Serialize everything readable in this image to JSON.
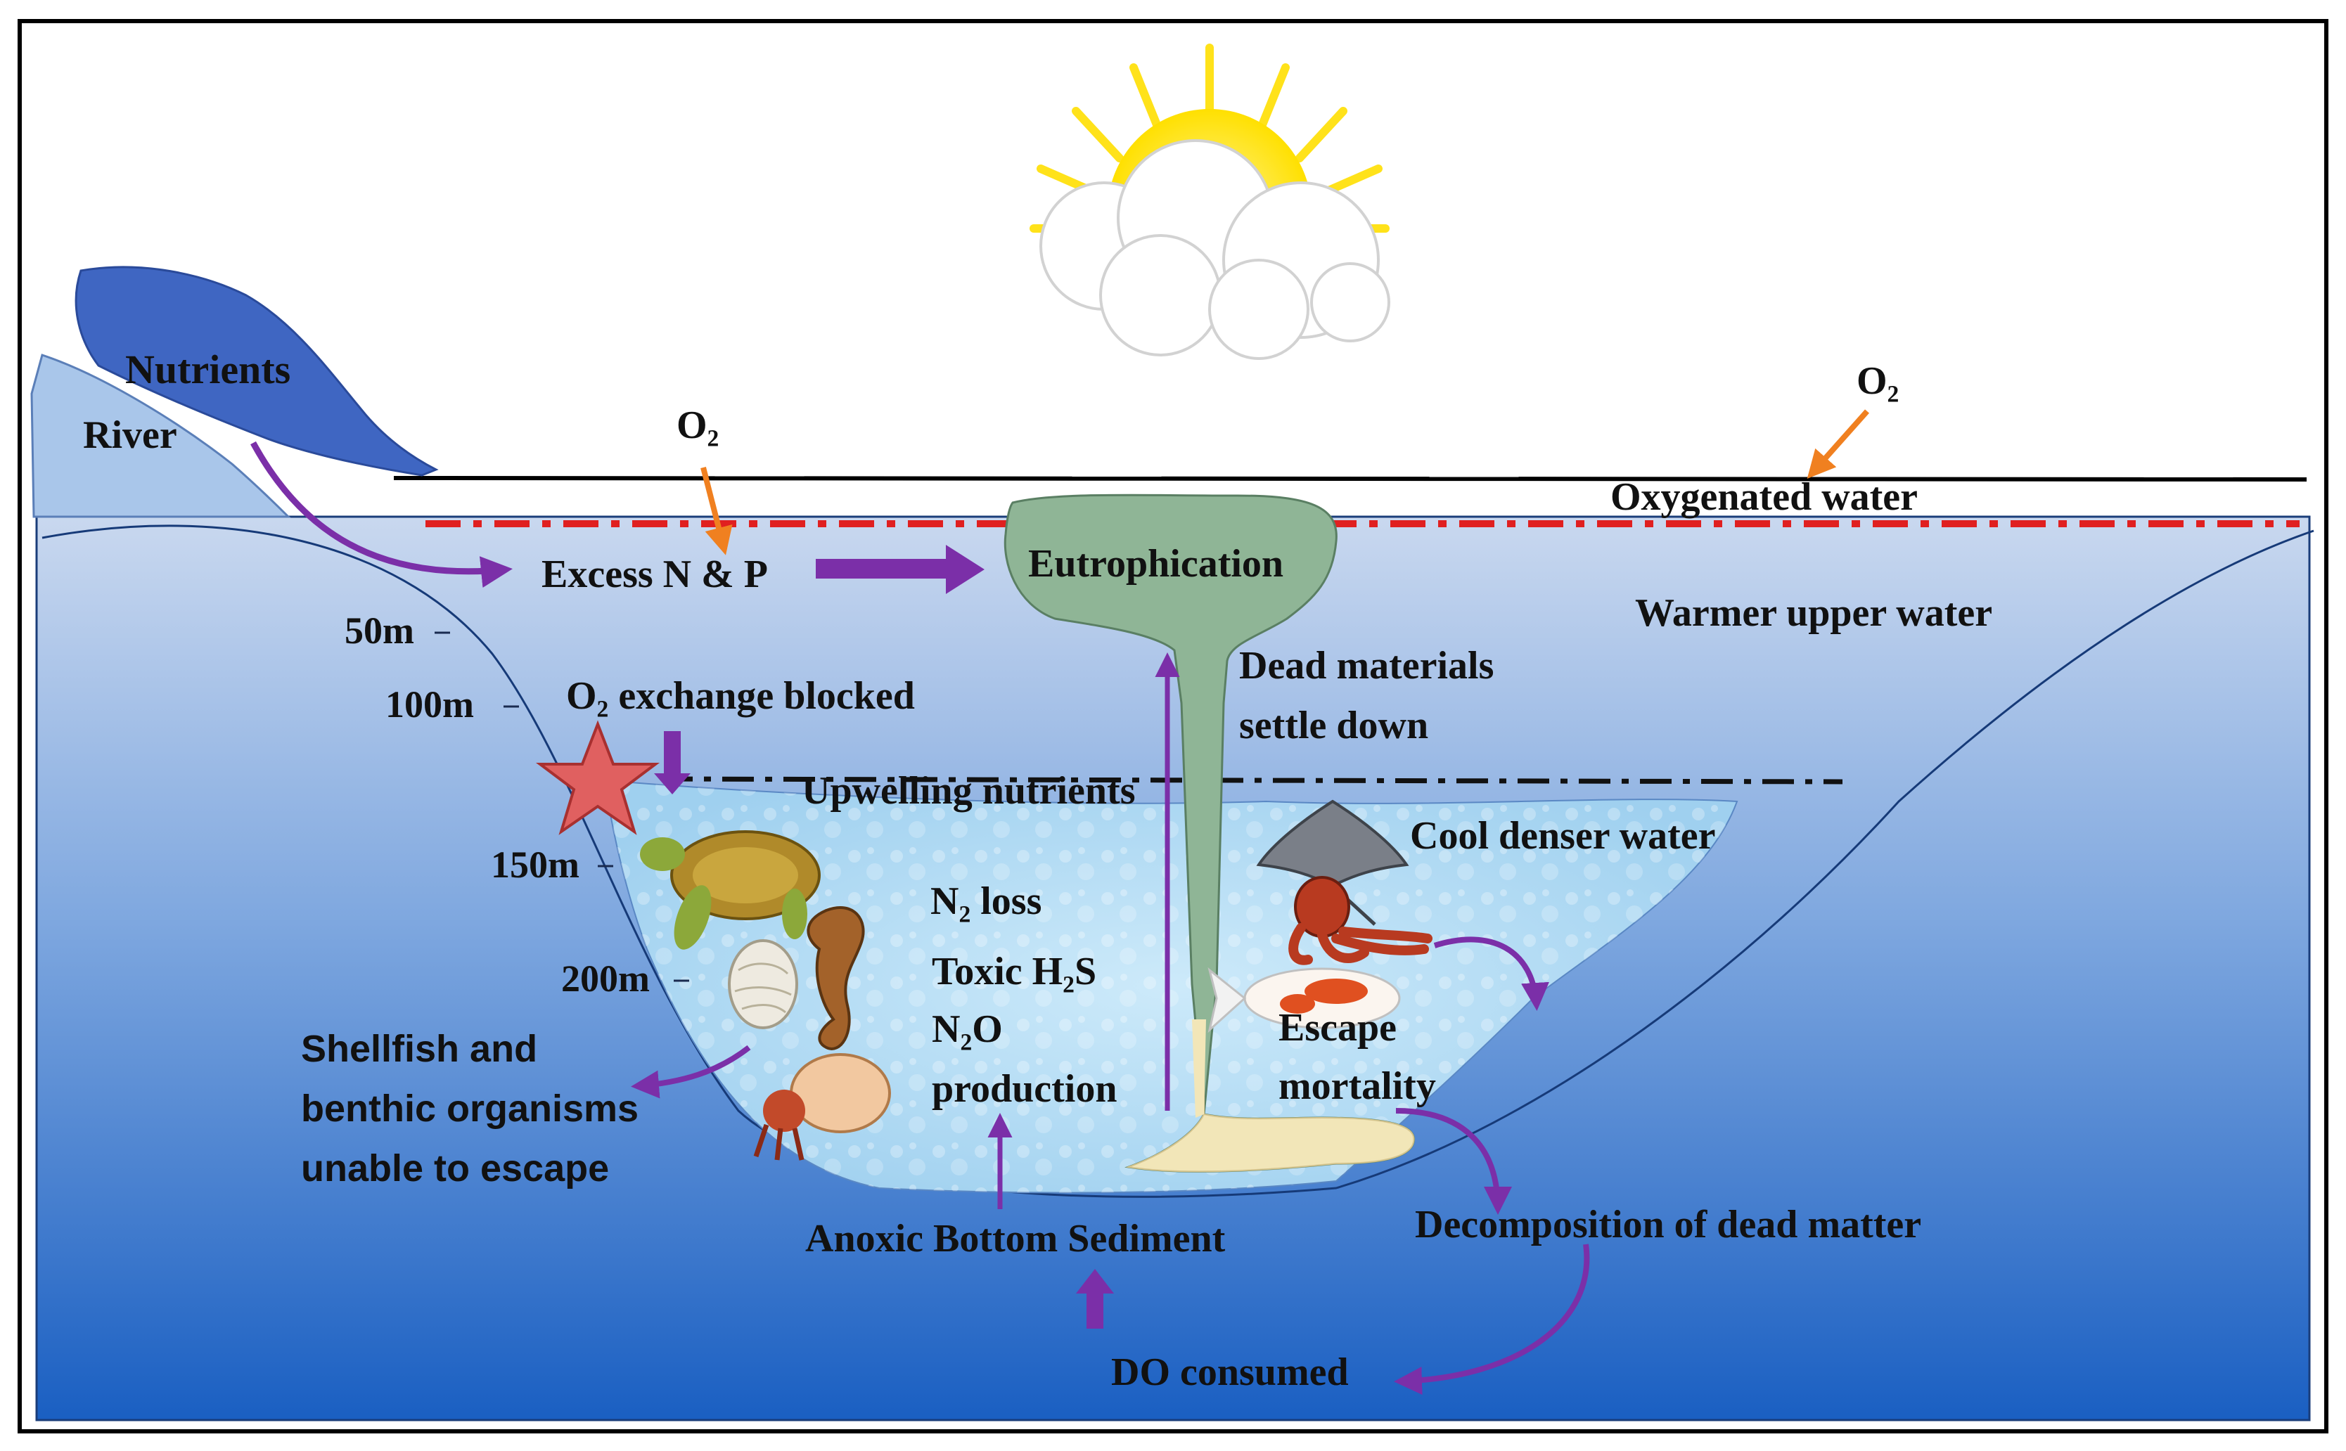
{
  "colors": {
    "frame": "#000000",
    "water_top": "#c8d6ee",
    "water_bottom": "#1c62c4",
    "hypoxic_zone": "#bfe3f5",
    "eutrophication": "#8fb596",
    "sediment": "#f2e6b8",
    "river_dark": "#3f66c2",
    "river_light": "#a7c4e8",
    "arrow_purple": "#7b2fa8",
    "arrow_orange": "#f08020",
    "dash_red": "#e02020",
    "sun": "#ffe21a"
  },
  "labels": {
    "nutrients": "Nutrients",
    "river": "River",
    "o2_left": "O₂",
    "o2_right": "O₂",
    "oxygenated_water": "Oxygenated water",
    "excess_np": "Excess N & P",
    "eutrophication": "Eutrophication",
    "warmer_upper_water": "Warmer upper water",
    "dead_materials_1": "Dead materials",
    "dead_materials_2": "settle down",
    "o2_exchange_blocked": "O₂ exchange blocked",
    "upwelling_nutrients": "Upwelling nutrients",
    "cool_denser_water": "Cool denser water",
    "n2_loss": "N₂ loss",
    "toxic_h2s": "Toxic H₂S",
    "n2o": "N₂O",
    "production": "production",
    "escape": "Escape",
    "mortality": "mortality",
    "shellfish_1": "Shellfish and",
    "shellfish_2": "benthic organisms",
    "shellfish_3": "unable to escape",
    "anoxic_bottom_sediment": "Anoxic Bottom Sediment",
    "decomposition": "Decomposition of dead matter",
    "do_consumed": "DO consumed"
  },
  "depth_markers": [
    "50m",
    "100m",
    "150m",
    "200m"
  ],
  "icons": [
    "sun-icon",
    "cloud-icon",
    "starfish-icon",
    "sea-turtle-icon",
    "seahorse-icon",
    "oyster-shell-icon",
    "hermit-crab-icon",
    "stingray-icon",
    "octopus-icon",
    "koi-fish-icon"
  ]
}
